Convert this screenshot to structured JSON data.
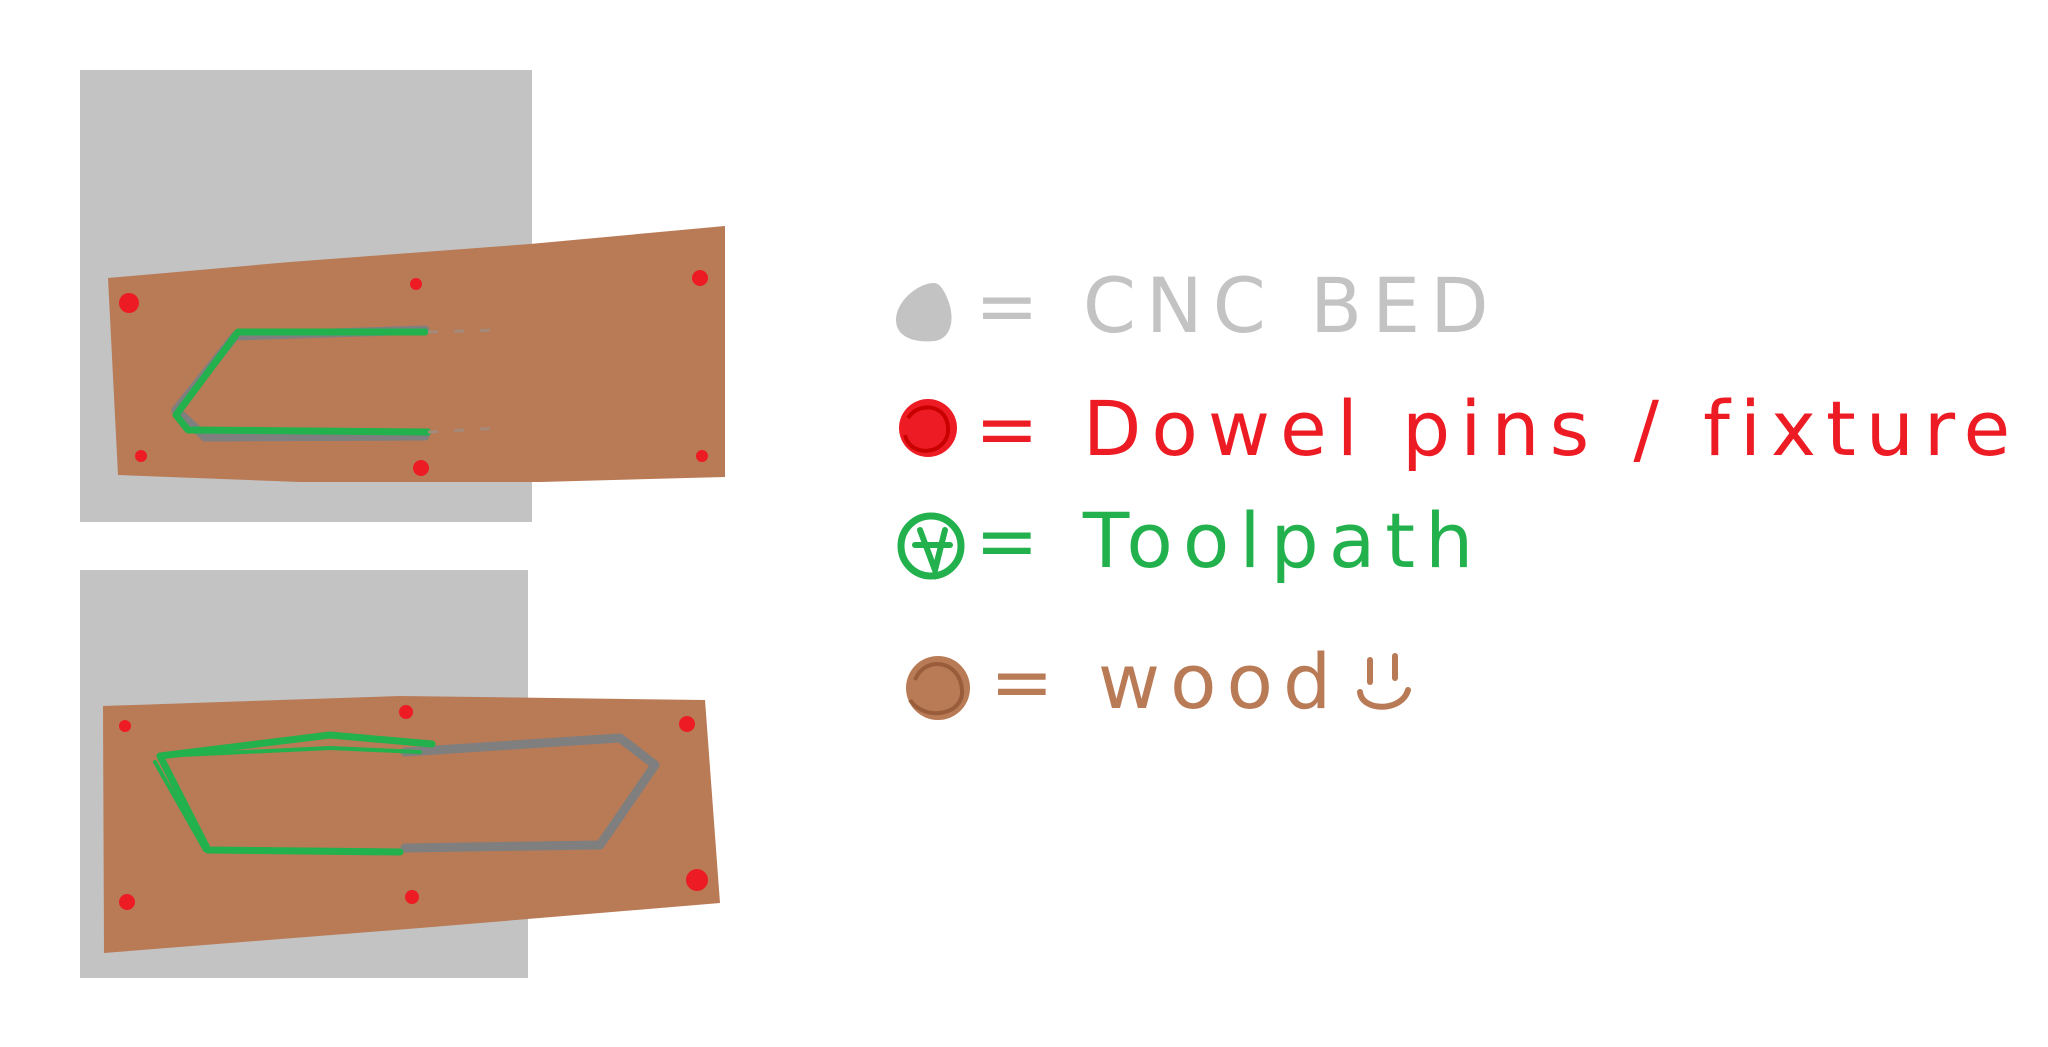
{
  "colors": {
    "bed": "#c3c3c3",
    "wood": "#b97a56",
    "pin": "#ed1c24",
    "toolpath": "#22b14c",
    "toolpath_done": "#7f7f7f",
    "background": "#ffffff"
  },
  "legend": [
    {
      "text": "= CNC BED",
      "color": "#c3c3c3"
    },
    {
      "text": "= Dowel pins / fixture",
      "color": "#ed1c24"
    },
    {
      "text": "= Toolpath",
      "color": "#22b14c"
    },
    {
      "text": "= wood",
      "color": "#b97a56"
    }
  ],
  "smiley": "smiley-face"
}
